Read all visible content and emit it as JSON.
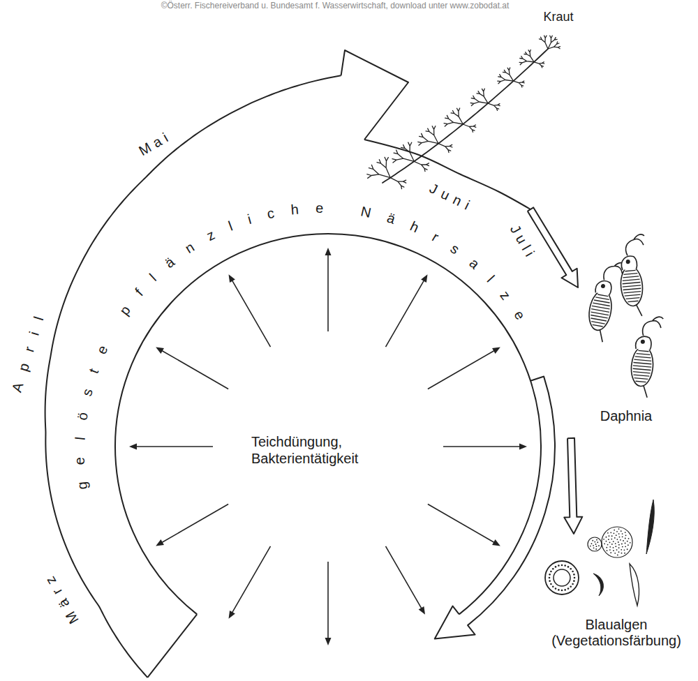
{
  "diagram": {
    "nodes": [
      {
        "text": [
          "Teichdüngung, Bakterientätigkeit"
        ]
      }
    ],
    "labels": [
      "©Österr. Fischereiverband u. Bundesamt f. Wasserwirtschaft, download unter www.zobodat.at",
      "Kraut",
      "März",
      "April",
      "Mai",
      "Juni",
      "Juli",
      "gelöste pflänzliche Nährsalze",
      "Daphnia",
      "Blaualgen (Vegetationsfärbung)"
    ]
  }
}
